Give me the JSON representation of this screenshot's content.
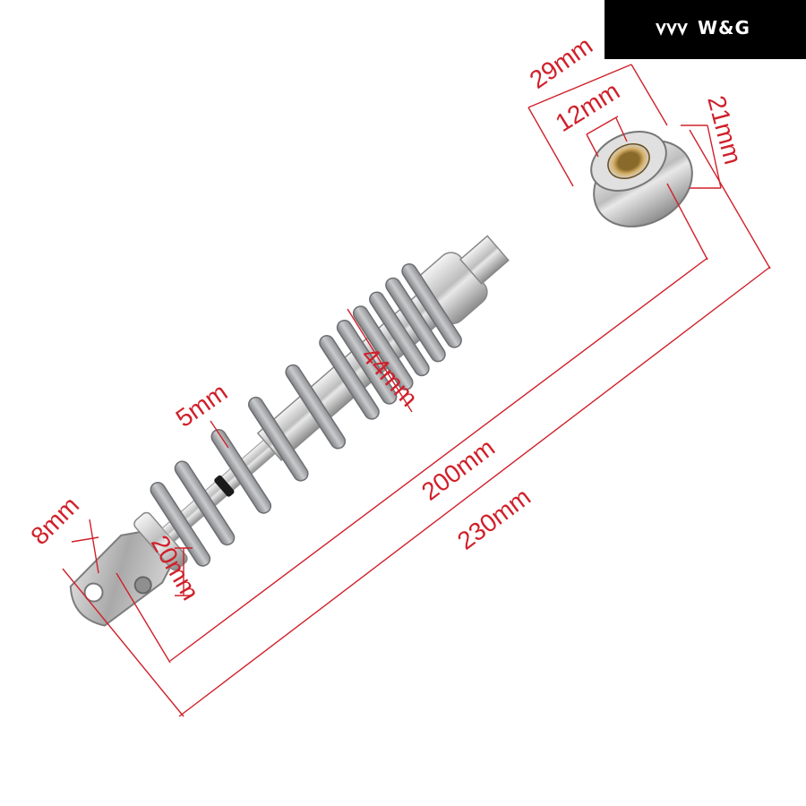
{
  "brand": {
    "name": "W&G",
    "mark_icon": "triple-chevron-logo-icon"
  },
  "dimensions": {
    "top_eye_width": "29mm",
    "top_bore": "12mm",
    "top_eye_height": "21mm",
    "spring_diameter": "44mm",
    "wire_thickness": "5mm",
    "eye_to_eye": "200mm",
    "overall_length": "230mm",
    "bottom_hole": "8mm",
    "bottom_bracket_height": "20mm"
  },
  "colors": {
    "dimension": "#d0202a",
    "logo_bg": "#000000",
    "spring": "#a8aaad"
  }
}
